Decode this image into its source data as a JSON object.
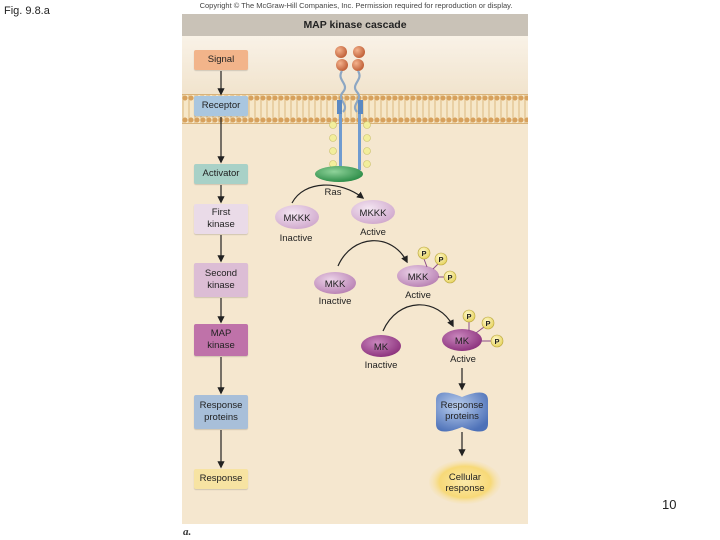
{
  "slide": {
    "figure_label": "Fig. 9.8.a",
    "copyright": "Copyright © The McGraw-Hill Companies, Inc. Permission required for reproduction or display.",
    "slide_number": "10",
    "panel_letter": "a."
  },
  "diagram": {
    "title": "MAP kinase cascade",
    "stages": [
      {
        "label": "Signal",
        "color": "#f2b48a"
      },
      {
        "label": "Receptor",
        "color": "#a9c6df"
      },
      {
        "label": "Activator",
        "color": "#a8d1c7"
      },
      {
        "label": "First\nkinase",
        "color": "#eadbe8"
      },
      {
        "label": "Second\nkinase",
        "color": "#dcbdd5"
      },
      {
        "label": "MAP\nkinase",
        "color": "#bf72a9"
      },
      {
        "label": "Response\nproteins",
        "color": "#a8bfd9"
      },
      {
        "label": "Response",
        "color": "#f7e3a2"
      }
    ],
    "activator": {
      "label": "Ras"
    },
    "mkkk": {
      "inactive_label": "MKKK",
      "inactive_state": "Inactive",
      "active_label": "MKKK",
      "active_state": "Active"
    },
    "mkk": {
      "inactive_label": "MKK",
      "inactive_state": "Inactive",
      "active_label": "MKK",
      "active_state": "Active"
    },
    "mk": {
      "inactive_label": "MK",
      "inactive_state": "Inactive",
      "active_label": "MK",
      "active_state": "Active"
    },
    "phosphate_label": "P",
    "response_proteins": {
      "label": "Response\nproteins"
    },
    "cellular_response": {
      "label": "Cellular\nresponse"
    }
  }
}
